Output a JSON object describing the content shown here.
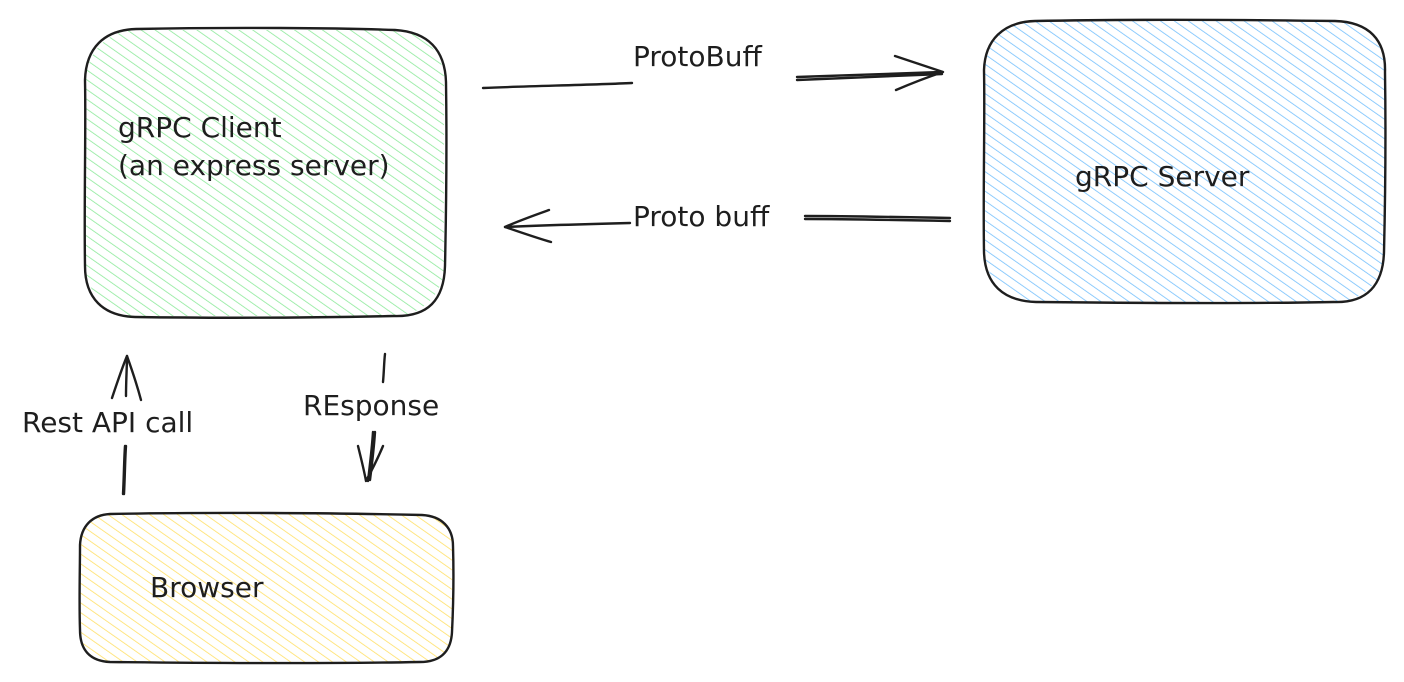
{
  "nodes": {
    "grpc_client": {
      "line1": "gRPC Client",
      "line2": "(an express server)",
      "fill": "#b2f2bb"
    },
    "grpc_server": {
      "label": "gRPC Server",
      "fill": "#a5d8ff"
    },
    "browser": {
      "label": "Browser",
      "fill": "#ffec99"
    }
  },
  "edges": {
    "client_to_server": {
      "label": "ProtoBuff"
    },
    "server_to_client": {
      "label": "Proto buff"
    },
    "browser_to_client": {
      "label": "Rest API call"
    },
    "client_to_browser": {
      "label": "REsponse"
    }
  },
  "colors": {
    "stroke": "#1e1e1e",
    "background": "#ffffff"
  }
}
